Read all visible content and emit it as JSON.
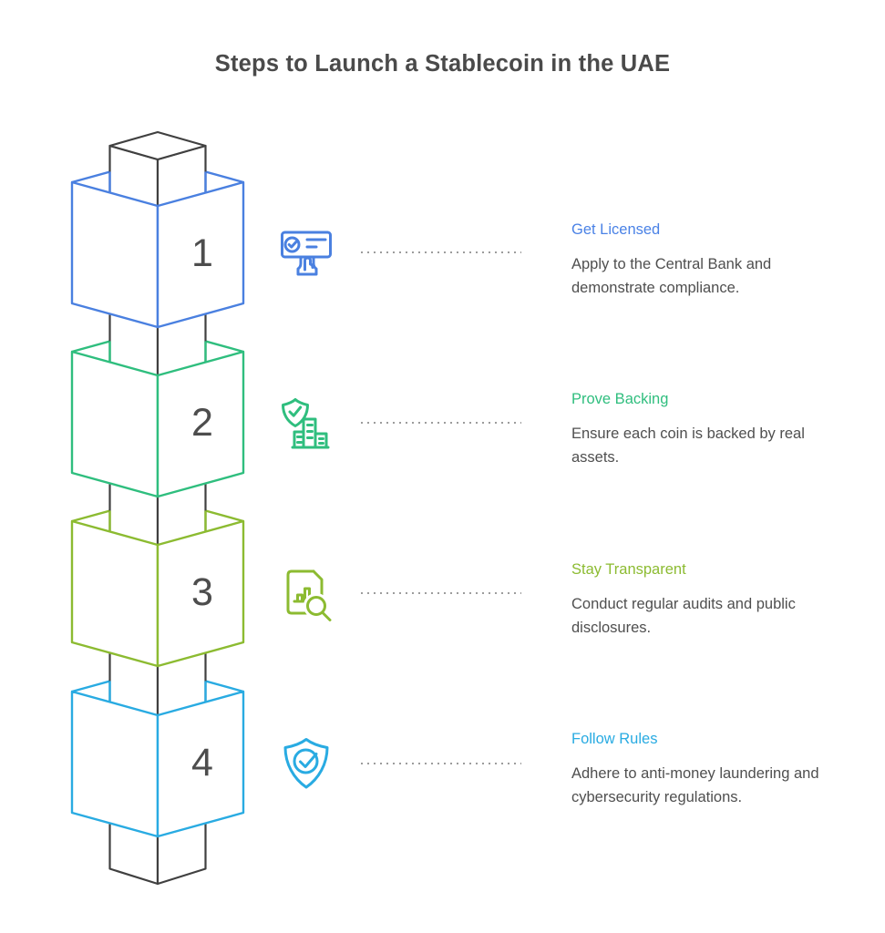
{
  "title": "Steps to Launch a Stablecoin in the UAE",
  "steps": [
    {
      "number": "1",
      "label": "Get Licensed",
      "description": "Apply to the Central Bank and demonstrate compliance.",
      "color": "#4a82e6",
      "icon": "license-check-hand-icon"
    },
    {
      "number": "2",
      "label": "Prove Backing",
      "description": "Ensure each coin is backed by real assets.",
      "color": "#2fbe7e",
      "icon": "shield-check-buildings-icon"
    },
    {
      "number": "3",
      "label": "Stay Transparent",
      "description": "Conduct regular audits and public disclosures.",
      "color": "#8cbb31",
      "icon": "audit-document-magnifier-icon"
    },
    {
      "number": "4",
      "label": "Follow Rules",
      "description": "Adhere to anti-money laundering and cybersecurity regulations.",
      "color": "#29abe2",
      "icon": "shield-check-icon"
    }
  ],
  "colors": {
    "column": "#404040",
    "heading": "#4a4a4a",
    "body_text": "#4f4f4f",
    "numbers": "#4d4d4d",
    "dotted_line": "#9c9c9c",
    "background": "#ffffff"
  }
}
